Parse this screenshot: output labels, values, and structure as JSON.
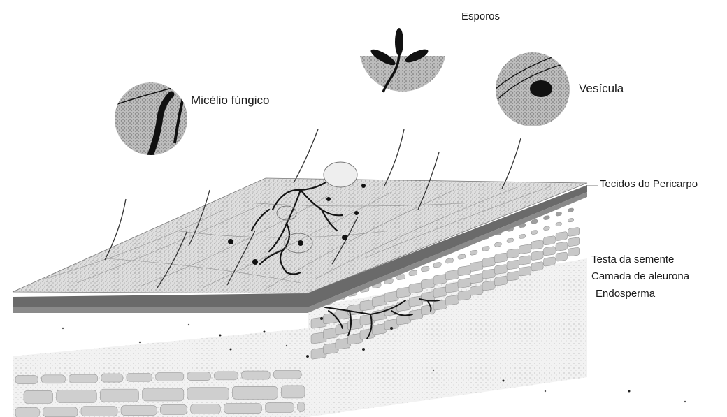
{
  "labels": {
    "micelio": "Micélio fúngico",
    "esporos": "Esporos",
    "vesicula": "Vesícula",
    "pericarpo": "Tecidos do Pericarpo",
    "testa": "Testa da semente",
    "aleurona": "Camada de aleurona",
    "endosperma": "Endosperma"
  },
  "colors": {
    "ink": "#1a1a1a",
    "stipple": "#9a9a9a",
    "band": "#6e6e6e",
    "light_fill": "#d9d9d9"
  }
}
